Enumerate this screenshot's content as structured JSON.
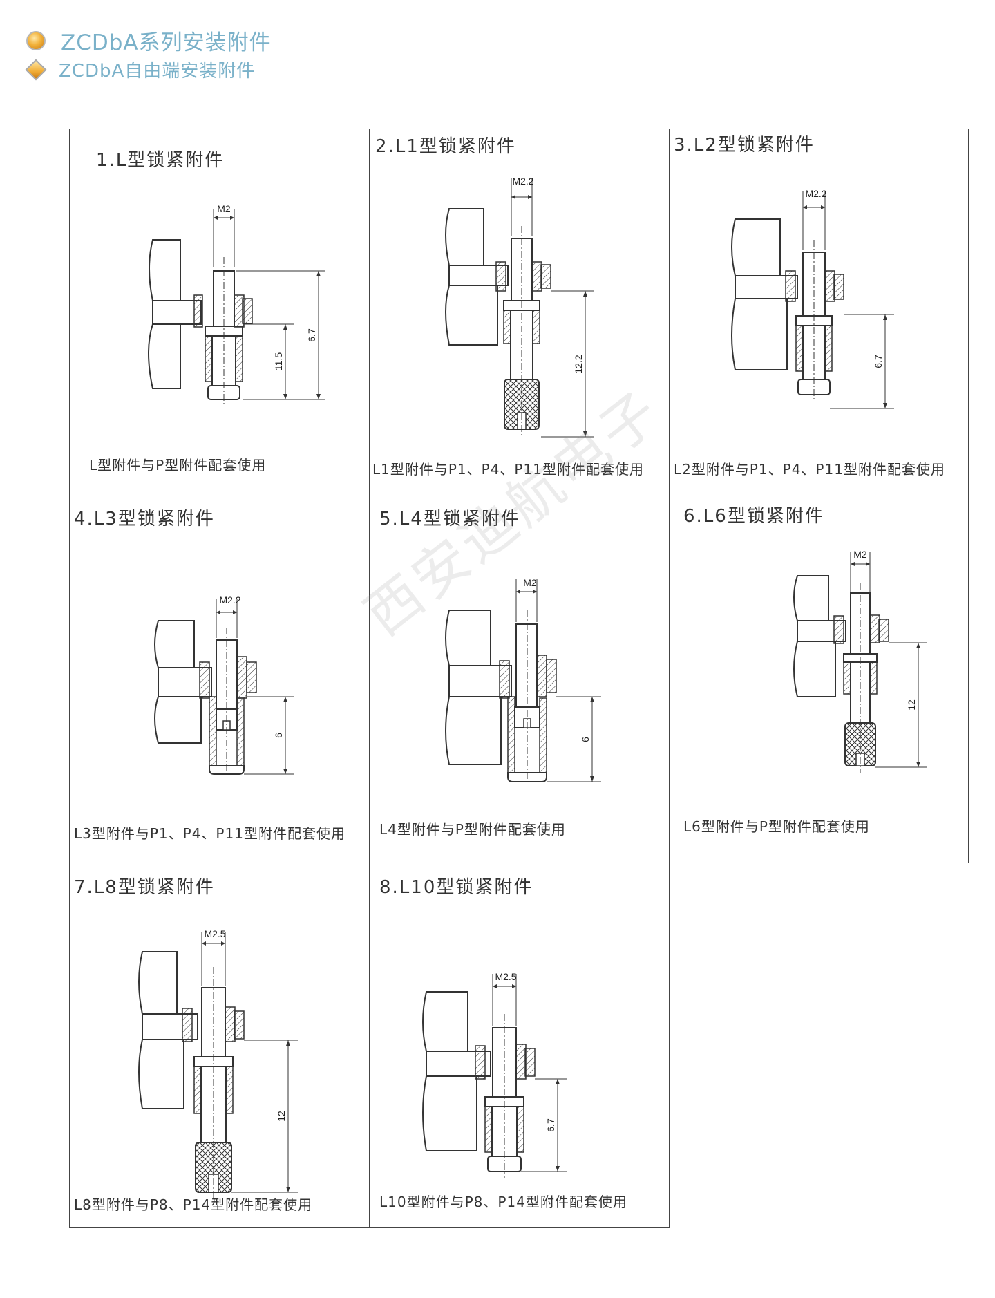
{
  "header": {
    "title": "ZCDbA系列安装附件",
    "subtitle": "ZCDbA自由端安装附件"
  },
  "watermark": "西安迪航电子",
  "cells": [
    {
      "title": "1.L型锁紧附件",
      "caption": "L型附件与P型附件配套使用",
      "dims": [
        "M2",
        "6.7",
        "11.5"
      ]
    },
    {
      "title": "2.L1型锁紧附件",
      "caption": "L1型附件与P1、P4、P11型附件配套使用",
      "dims": [
        "M2.2",
        "12.2"
      ]
    },
    {
      "title": "3.L2型锁紧附件",
      "caption": "L2型附件与P1、P4、P11型附件配套使用",
      "dims": [
        "M2.2",
        "6.7"
      ]
    },
    {
      "title": "4.L3型锁紧附件",
      "caption": "L3型附件与P1、P4、P11型附件配套使用",
      "dims": [
        "M2.2",
        "6"
      ]
    },
    {
      "title": "5.L4型锁紧附件",
      "caption": "L4型附件与P型附件配套使用",
      "dims": [
        "M2",
        "6"
      ]
    },
    {
      "title": "6.L6型锁紧附件",
      "caption": "L6型附件与P型附件配套使用",
      "dims": [
        "M2",
        "12"
      ]
    },
    {
      "title": "7.L8型锁紧附件",
      "caption": "L8型附件与P8、P14型附件配套使用",
      "dims": [
        "M2.5",
        "12"
      ]
    },
    {
      "title": "8.L10型锁紧附件",
      "caption": "L10型附件与P8、P14型附件配套使用",
      "dims": [
        "M2.5",
        "6.7"
      ]
    }
  ]
}
